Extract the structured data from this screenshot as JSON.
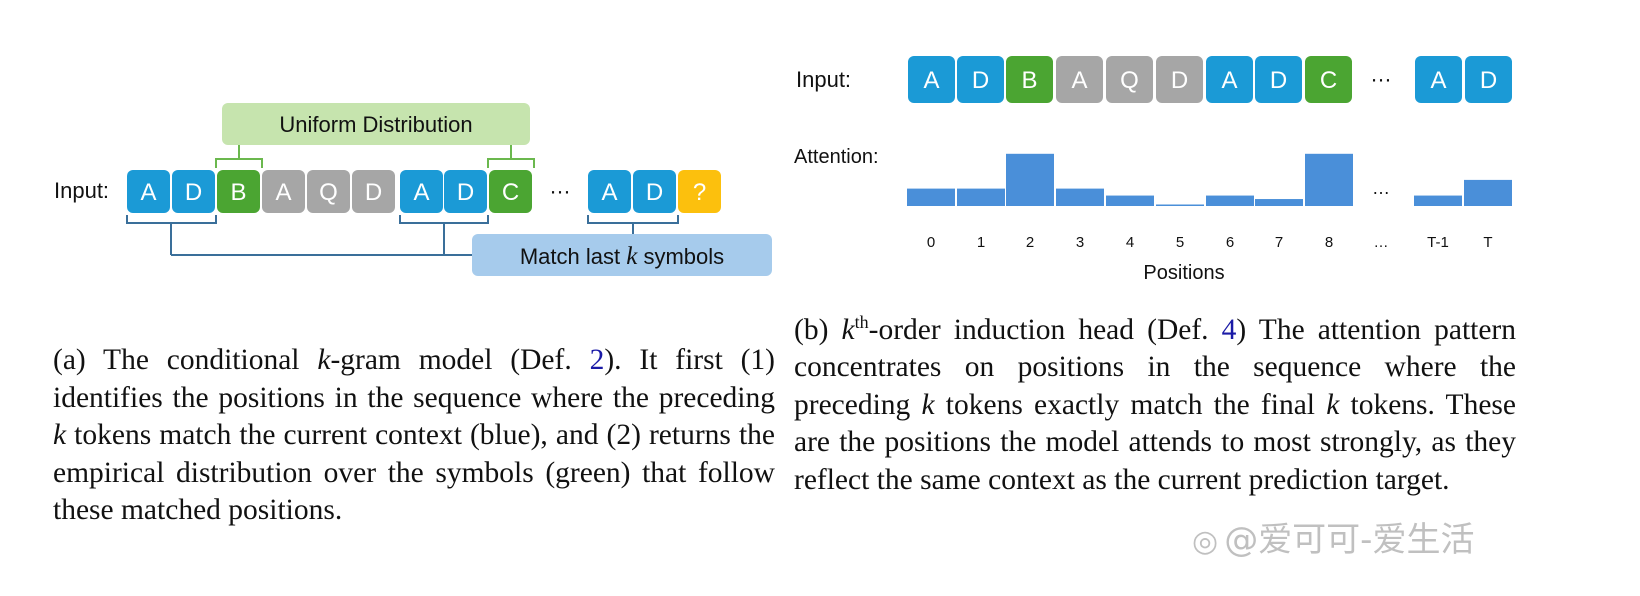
{
  "panel_a": {
    "input_label": "Input:",
    "tokens": [
      "A",
      "D",
      "B",
      "A",
      "Q",
      "D",
      "A",
      "D",
      "C",
      "…",
      "A",
      "D",
      "?"
    ],
    "token_kinds": [
      "blue",
      "blue",
      "green",
      "gray",
      "gray",
      "gray",
      "blue",
      "blue",
      "green",
      "ellipsis",
      "blue",
      "blue",
      "yellow"
    ],
    "uniform_label": "Uniform Distribution",
    "match_label_pre": "Match last ",
    "match_label_var": "k",
    "match_label_post": " symbols",
    "caption": {
      "t1": "(a) The conditional ",
      "k1": "k",
      "t2": "-gram model (Def. ",
      "ref": "2",
      "t3": ").  It first (1) identifies the positions in the sequence where the preceding ",
      "k2": "k",
      "t4": " tokens match the current context (blue), and (2) returns the empirical distribution over the symbols (green) that follow these matched positions."
    }
  },
  "panel_b": {
    "input_label": "Input:",
    "tokens": [
      "A",
      "D",
      "B",
      "A",
      "Q",
      "D",
      "A",
      "D",
      "C",
      "…",
      "A",
      "D"
    ],
    "token_kinds": [
      "blue",
      "blue",
      "green",
      "gray",
      "gray",
      "gray",
      "blue",
      "blue",
      "green",
      "ellipsis",
      "blue",
      "blue"
    ],
    "attention_label": "Attention:",
    "x_axis_label": "Positions",
    "caption": {
      "t1": "(b) ",
      "k1": "k",
      "sup": "th",
      "t2": "-order induction head (Def.  ",
      "ref": "4",
      "t3": ") The attention pattern concentrates on positions in the sequence where the preceding ",
      "k2": "k",
      "t4": " tokens exactly match the final ",
      "k3": "k",
      "t5": " tokens. These are the positions the model attends to most strongly, as they reflect the same context as the current prediction target."
    }
  },
  "chart_data": {
    "type": "bar",
    "categories": [
      "0",
      "1",
      "2",
      "3",
      "4",
      "5",
      "6",
      "7",
      "8",
      "…",
      "T-1",
      "T"
    ],
    "values": [
      0.3,
      0.3,
      0.9,
      0.3,
      0.18,
      0.02,
      0.18,
      0.12,
      0.9,
      null,
      0.18,
      0.45
    ],
    "xlabel": "Positions",
    "ylabel": "Attention:"
  },
  "colors": {
    "blue": "#1b9ad6",
    "green": "#4ba532",
    "gray": "#a6a6a6",
    "yellow": "#fcc00d",
    "bar": "#4a8fd9",
    "uniform_box": "#c6e4ae",
    "uniform_line": "#6bb84e",
    "match_box": "#a6cbec",
    "bracket_blue": "#3a6f9a"
  },
  "watermark": {
    "text": "@爱可可-爱生活",
    "logo_icon": "weibo-logo-icon"
  }
}
